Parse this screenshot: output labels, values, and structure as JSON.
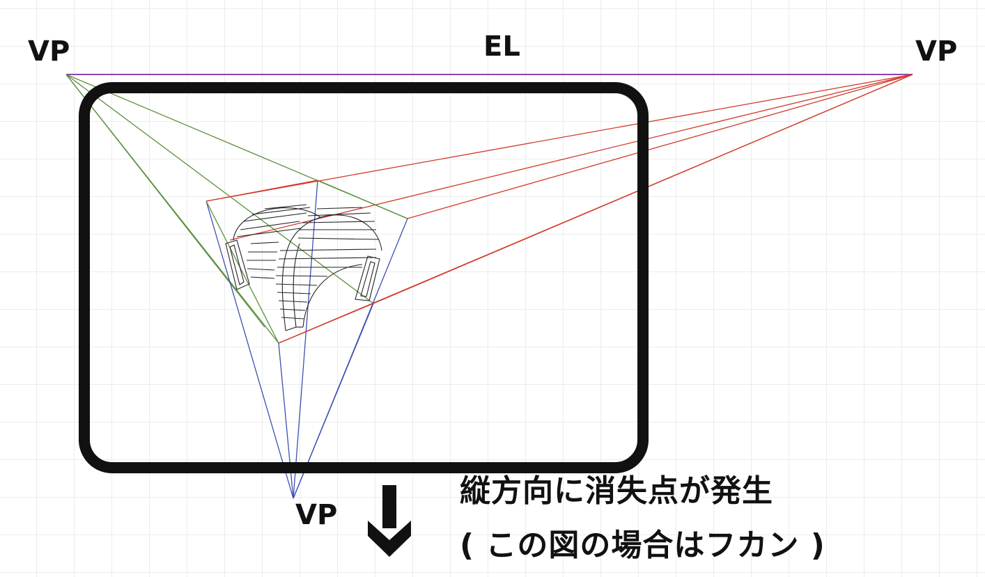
{
  "labels": {
    "vp_left": "VP",
    "vp_right": "VP",
    "vp_bottom": "VP",
    "eye_level": "EL"
  },
  "caption": {
    "line1": "縦方向に消失点が発生",
    "line2": "( この図の場合はフカン )"
  },
  "colors": {
    "eye_level_line": "#8e44ad",
    "left_vp_lines": "#5a8f3c",
    "right_vp_lines": "#d23a2b",
    "bottom_vp_lines": "#3b4fb0",
    "frame": "#111111",
    "arrow": "#111111"
  }
}
